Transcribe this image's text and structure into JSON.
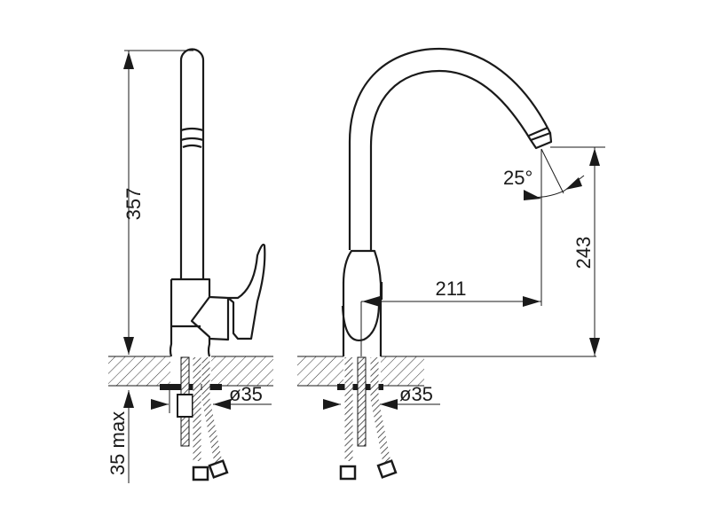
{
  "title": "Kitchen faucet technical drawing",
  "colors": {
    "line": "#1a1a1a",
    "background": "#ffffff"
  },
  "side_view": {
    "height_label": "357",
    "max_counter_label": "35 max",
    "hole_diameter_label": "ø35"
  },
  "front_view": {
    "reach_label": "211",
    "spout_height_label": "243",
    "swivel_angle_label": "25°",
    "hole_diameter_label": "ø35"
  }
}
